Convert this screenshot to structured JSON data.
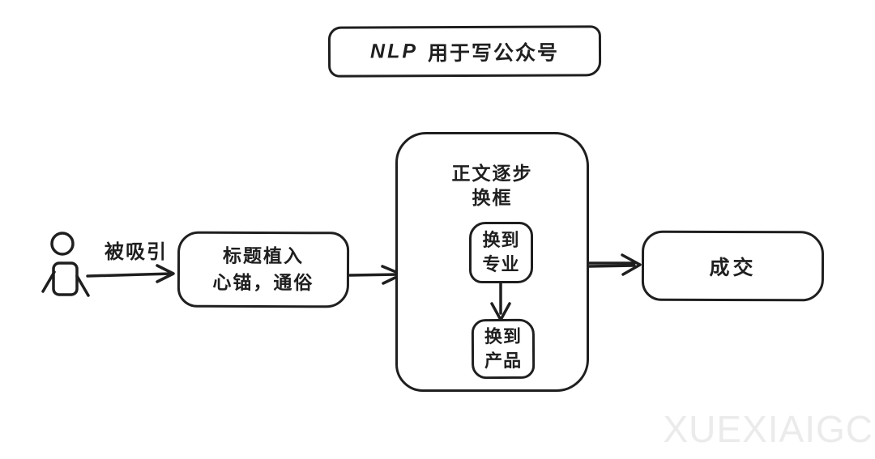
{
  "title": {
    "prefix": "NLP",
    "suffix": "用于写公众号"
  },
  "edges": {
    "attract_label": "被吸引"
  },
  "nodes": {
    "hook": {
      "line1": "标题植入",
      "line2": "心锚，通俗"
    },
    "body_frame": {
      "line1": "正文逐步",
      "line2": "换框"
    },
    "step_professional": {
      "line1": "换到",
      "line2": "专业"
    },
    "step_product": {
      "line1": "换到",
      "line2": "产品"
    },
    "deal": {
      "label": "成交"
    }
  },
  "watermark": {
    "text": "XUEXIAIGC"
  },
  "colors": {
    "stroke": "#1f1f1f",
    "background": "#ffffff",
    "watermark": "#ebebeb"
  }
}
